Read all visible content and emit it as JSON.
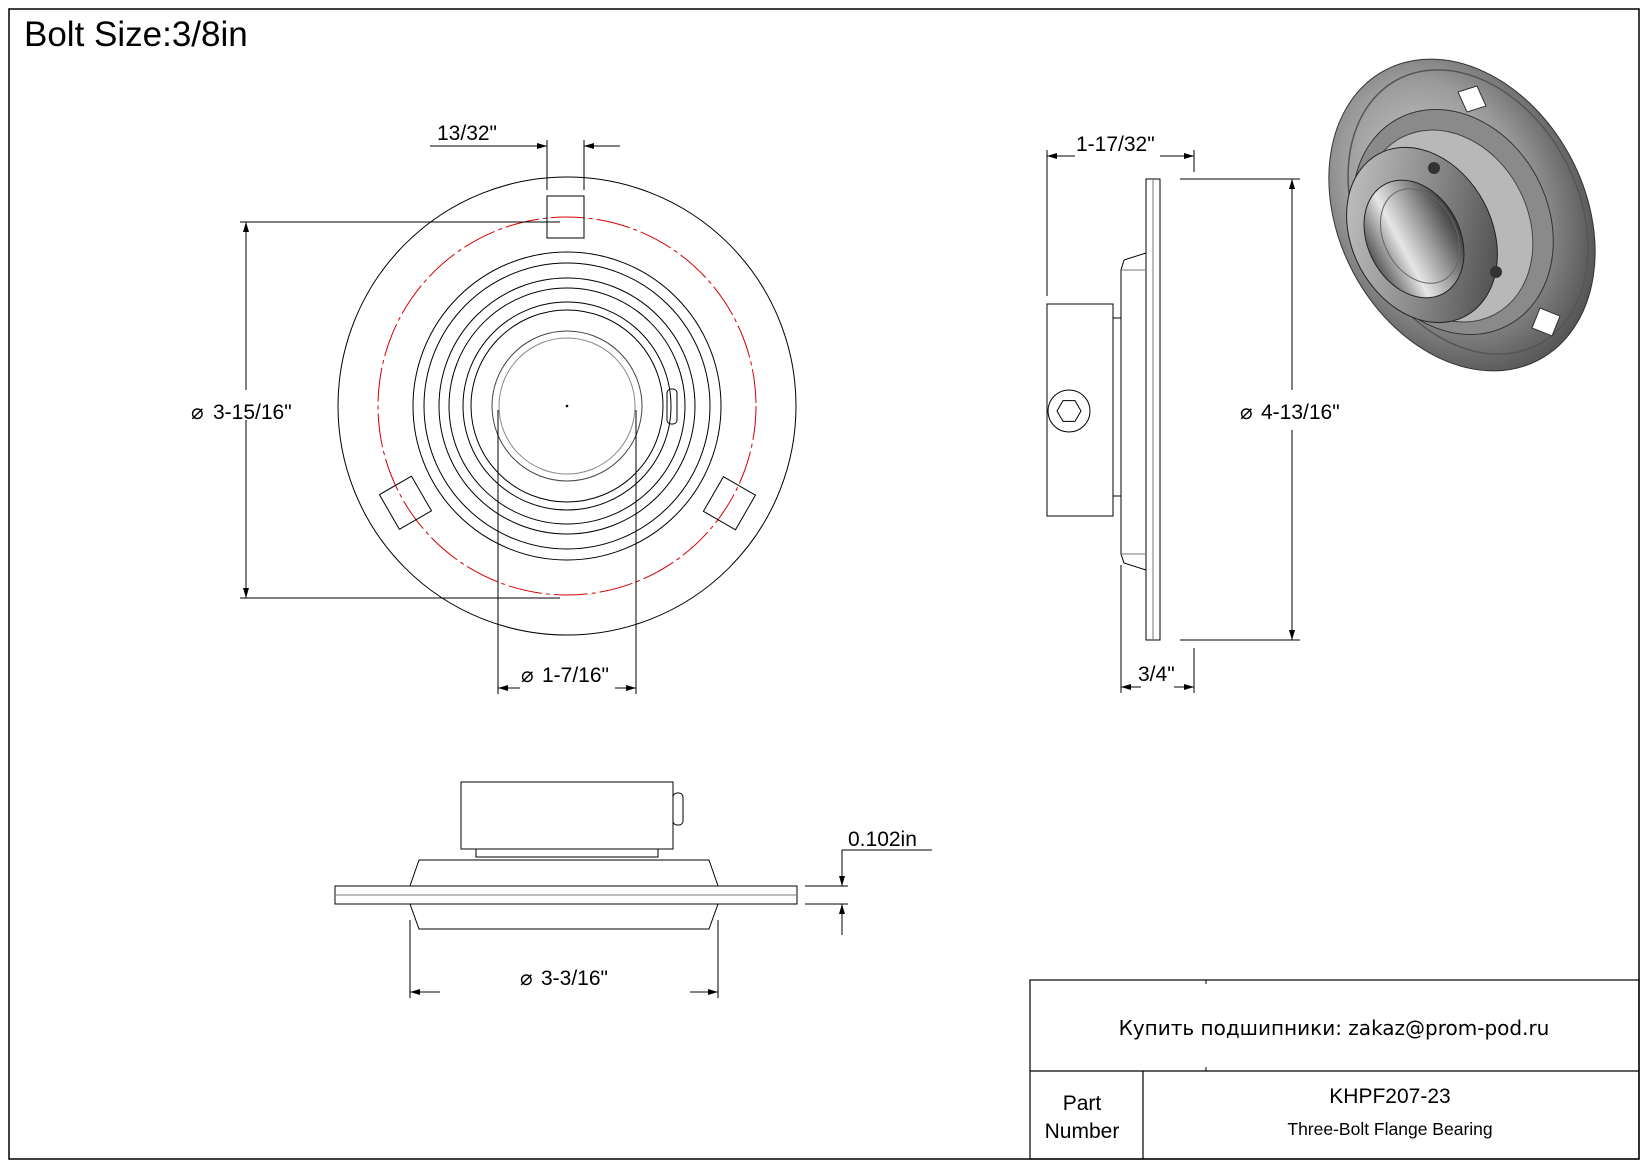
{
  "title": "Bolt Size:3/8in",
  "dimensions": {
    "slot_width": "13/32\"",
    "bolt_circle": "3-15/16\"",
    "bore": "1-7/16\"",
    "overall_length": "1-17/32\"",
    "flange_diameter": "4-13/16\"",
    "flange_to_face": "3/4\"",
    "flange_thickness": "0.102in",
    "pilot_diameter": "3-3/16\""
  },
  "title_block": {
    "buy_text": "Купить подшипники: zakaz@prom-pod.ru",
    "part_label_line1": "Part",
    "part_label_line2": "Number",
    "part_number": "KHPF207-23",
    "part_description": "Three-Bolt Flange Bearing"
  },
  "colors": {
    "line": "#000000",
    "thin_line": "#444444",
    "bolt_circle": "#d40000",
    "render_body": "#7a7a7a"
  }
}
